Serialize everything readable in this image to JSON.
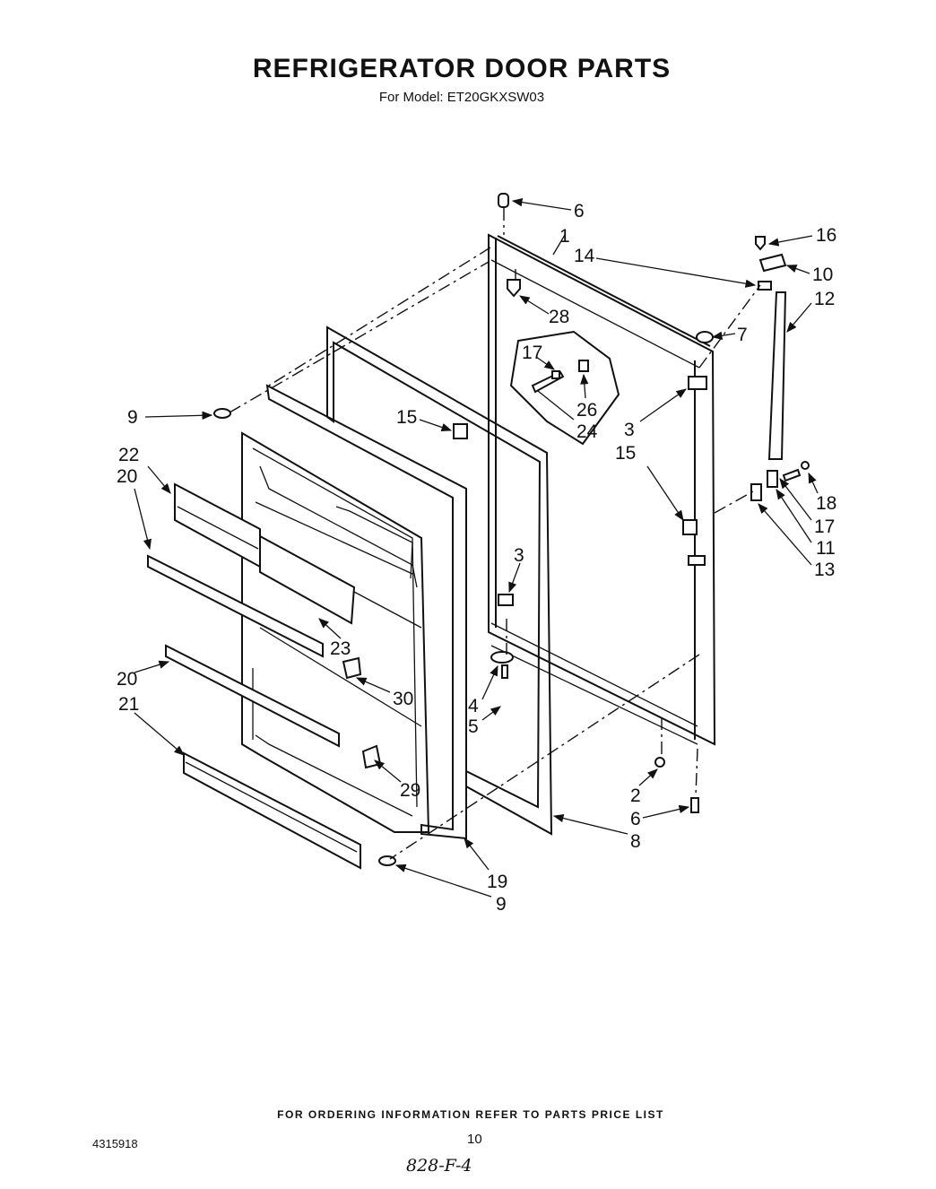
{
  "title": "REFRIGERATOR DOOR PARTS",
  "subtitle": "For Model: ET20GKXSW03",
  "callouts": [
    "6",
    "1",
    "16",
    "14",
    "10",
    "28",
    "12",
    "7",
    "17",
    "26",
    "24",
    "3",
    "9",
    "15",
    "22",
    "20",
    "15",
    "3",
    "18",
    "17",
    "11",
    "13",
    "23",
    "30",
    "20",
    "4",
    "21",
    "5",
    "29",
    "2",
    "6",
    "8",
    "19",
    "9"
  ],
  "footer": {
    "ordering": "FOR ORDERING INFORMATION REFER TO PARTS PRICE LIST",
    "doc_number": "4315918",
    "page": "10",
    "handwritten": "828-F-4"
  }
}
